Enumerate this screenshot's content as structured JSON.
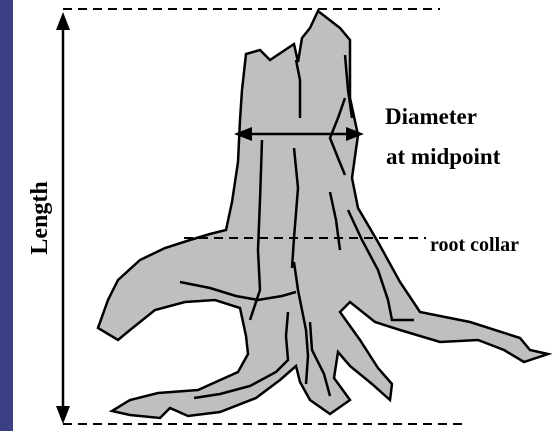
{
  "labels": {
    "length": "Length",
    "diameter_line1": "Diameter",
    "diameter_line2": "at midpoint",
    "root_collar": "root collar"
  },
  "colors": {
    "background_border": "#3a3f86",
    "panel": "#ffffff",
    "trunk_fill": "#bfbfbf",
    "stroke": "#000000"
  }
}
